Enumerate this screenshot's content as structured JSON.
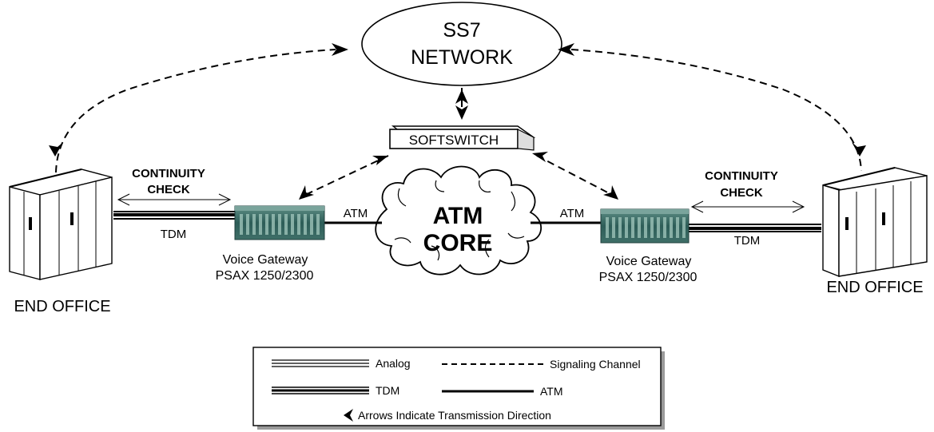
{
  "network": {
    "line1": "SS7",
    "line2": "NETWORK"
  },
  "softswitch": {
    "label": "SOFTSWITCH"
  },
  "core": {
    "line1": "ATM",
    "line2": "CORE"
  },
  "left": {
    "end_office": "END OFFICE",
    "continuity_line1": "CONTINUITY",
    "continuity_line2": "CHECK",
    "tdm_label": "TDM",
    "atm_label": "ATM",
    "gateway_line1": "Voice Gateway",
    "gateway_line2": "PSAX 1250/2300"
  },
  "right": {
    "end_office": "END OFFICE",
    "continuity_line1": "CONTINUITY",
    "continuity_line2": "CHECK",
    "tdm_label": "TDM",
    "atm_label": "ATM",
    "gateway_line1": "Voice Gateway",
    "gateway_line2": "PSAX 1250/2300"
  },
  "legend": {
    "analog": "Analog",
    "signaling": "Signaling Channel",
    "tdm": "TDM",
    "atm": "ATM",
    "arrows_note": "Arrows Indicate Transmission Direction"
  }
}
